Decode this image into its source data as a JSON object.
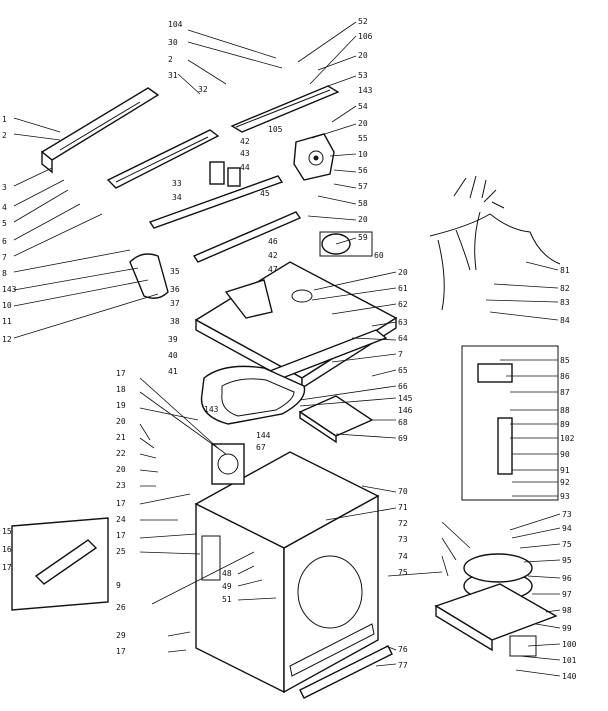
{
  "callouts": [
    {
      "id": "104",
      "text": "104"
    },
    {
      "id": "30",
      "text": "30"
    },
    {
      "id": "2a",
      "text": "2"
    },
    {
      "id": "31",
      "text": "31"
    },
    {
      "id": "32",
      "text": "32"
    },
    {
      "id": "1",
      "text": "1"
    },
    {
      "id": "2b",
      "text": "2"
    },
    {
      "id": "3",
      "text": "3"
    },
    {
      "id": "4",
      "text": "4"
    },
    {
      "id": "5",
      "text": "5"
    },
    {
      "id": "6",
      "text": "6"
    },
    {
      "id": "7a",
      "text": "7"
    },
    {
      "id": "8",
      "text": "8"
    },
    {
      "id": "143a",
      "text": "143"
    },
    {
      "id": "10",
      "text": "10"
    },
    {
      "id": "11",
      "text": "11"
    },
    {
      "id": "12",
      "text": "12"
    },
    {
      "id": "52",
      "text": "52"
    },
    {
      "id": "106",
      "text": "106"
    },
    {
      "id": "20a",
      "text": "20"
    },
    {
      "id": "53",
      "text": "53"
    },
    {
      "id": "143b",
      "text": "143"
    },
    {
      "id": "54",
      "text": "54"
    },
    {
      "id": "20b",
      "text": "20"
    },
    {
      "id": "55",
      "text": "55"
    },
    {
      "id": "10b",
      "text": "10"
    },
    {
      "id": "56",
      "text": "56"
    },
    {
      "id": "57",
      "text": "57"
    },
    {
      "id": "58",
      "text": "58"
    },
    {
      "id": "20c",
      "text": "20"
    },
    {
      "id": "59",
      "text": "59"
    },
    {
      "id": "60",
      "text": "60"
    },
    {
      "id": "105",
      "text": "105"
    },
    {
      "id": "42a",
      "text": "42"
    },
    {
      "id": "43",
      "text": "43"
    },
    {
      "id": "44",
      "text": "44"
    },
    {
      "id": "33",
      "text": "33"
    },
    {
      "id": "45",
      "text": "45"
    },
    {
      "id": "34",
      "text": "34"
    },
    {
      "id": "46",
      "text": "46"
    },
    {
      "id": "42b",
      "text": "42"
    },
    {
      "id": "35",
      "text": "35"
    },
    {
      "id": "36",
      "text": "36"
    },
    {
      "id": "37",
      "text": "37"
    },
    {
      "id": "38",
      "text": "38"
    },
    {
      "id": "47",
      "text": "47"
    },
    {
      "id": "20d",
      "text": "20"
    },
    {
      "id": "61",
      "text": "61"
    },
    {
      "id": "62",
      "text": "62"
    },
    {
      "id": "63",
      "text": "63"
    },
    {
      "id": "64",
      "text": "64"
    },
    {
      "id": "39",
      "text": "39"
    },
    {
      "id": "40",
      "text": "40"
    },
    {
      "id": "7b",
      "text": "7"
    },
    {
      "id": "41",
      "text": "41"
    },
    {
      "id": "65",
      "text": "65"
    },
    {
      "id": "66",
      "text": "66"
    },
    {
      "id": "145",
      "text": "145"
    },
    {
      "id": "146",
      "text": "146"
    },
    {
      "id": "68",
      "text": "68"
    },
    {
      "id": "143c",
      "text": "143"
    },
    {
      "id": "144",
      "text": "144"
    },
    {
      "id": "67",
      "text": "67"
    },
    {
      "id": "69",
      "text": "69"
    },
    {
      "id": "17a",
      "text": "17"
    },
    {
      "id": "18",
      "text": "18"
    },
    {
      "id": "19",
      "text": "19"
    },
    {
      "id": "20e",
      "text": "20"
    },
    {
      "id": "21",
      "text": "21"
    },
    {
      "id": "22",
      "text": "22"
    },
    {
      "id": "20f",
      "text": "20"
    },
    {
      "id": "23",
      "text": "23"
    },
    {
      "id": "17b",
      "text": "17"
    },
    {
      "id": "24",
      "text": "24"
    },
    {
      "id": "17c",
      "text": "17"
    },
    {
      "id": "25",
      "text": "25"
    },
    {
      "id": "15",
      "text": "15"
    },
    {
      "id": "16",
      "text": "16"
    },
    {
      "id": "17d",
      "text": "17"
    },
    {
      "id": "9",
      "text": "9"
    },
    {
      "id": "26",
      "text": "26"
    },
    {
      "id": "48",
      "text": "48"
    },
    {
      "id": "49",
      "text": "49"
    },
    {
      "id": "51",
      "text": "51"
    },
    {
      "id": "29",
      "text": "29"
    },
    {
      "id": "17e",
      "text": "17"
    },
    {
      "id": "70",
      "text": "70"
    },
    {
      "id": "71",
      "text": "71"
    },
    {
      "id": "72",
      "text": "72"
    },
    {
      "id": "73a",
      "text": "73"
    },
    {
      "id": "74",
      "text": "74"
    },
    {
      "id": "75a",
      "text": "75"
    },
    {
      "id": "76",
      "text": "76"
    },
    {
      "id": "77",
      "text": "77"
    },
    {
      "id": "73b",
      "text": "73"
    },
    {
      "id": "94",
      "text": "94"
    },
    {
      "id": "75b",
      "text": "75"
    },
    {
      "id": "95",
      "text": "95"
    },
    {
      "id": "96",
      "text": "96"
    },
    {
      "id": "97",
      "text": "97"
    },
    {
      "id": "98",
      "text": "98"
    },
    {
      "id": "99",
      "text": "99"
    },
    {
      "id": "100",
      "text": "100"
    },
    {
      "id": "101",
      "text": "101"
    },
    {
      "id": "140",
      "text": "140"
    },
    {
      "id": "81",
      "text": "81"
    },
    {
      "id": "82",
      "text": "82"
    },
    {
      "id": "83",
      "text": "83"
    },
    {
      "id": "84",
      "text": "84"
    },
    {
      "id": "85",
      "text": "85"
    },
    {
      "id": "86",
      "text": "86"
    },
    {
      "id": "87",
      "text": "87"
    },
    {
      "id": "88",
      "text": "88"
    },
    {
      "id": "89",
      "text": "89"
    },
    {
      "id": "102",
      "text": "102"
    },
    {
      "id": "90",
      "text": "90"
    },
    {
      "id": "91",
      "text": "91"
    },
    {
      "id": "92",
      "text": "92"
    },
    {
      "id": "93",
      "text": "93"
    }
  ]
}
